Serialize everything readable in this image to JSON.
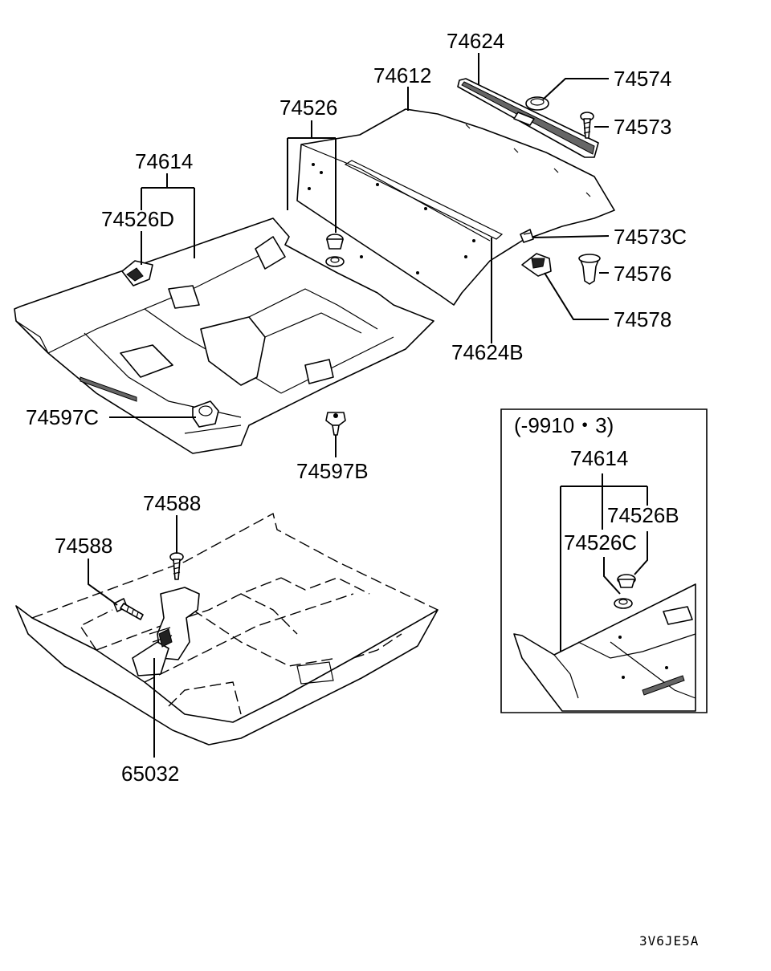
{
  "diagram": {
    "background": "#ffffff",
    "line_color": "#000000",
    "labels": {
      "p74624": "74624",
      "p74612": "74612",
      "p74574": "74574",
      "p74573": "74573",
      "p74526": "74526",
      "p74614": "74614",
      "p74526D": "74526D",
      "p74573C": "74573C",
      "p74576": "74576",
      "p74578": "74578",
      "p74624B": "74624B",
      "p74597C": "74597C",
      "p74597B": "74597B",
      "p74588a": "74588",
      "p74588b": "74588",
      "p65032": "65032"
    },
    "inset": {
      "date_range": "(-9910・3)",
      "label_74614": "74614",
      "label_74526B": "74526B",
      "label_74526C": "74526C"
    },
    "footer_code": "3V6JE5A"
  }
}
